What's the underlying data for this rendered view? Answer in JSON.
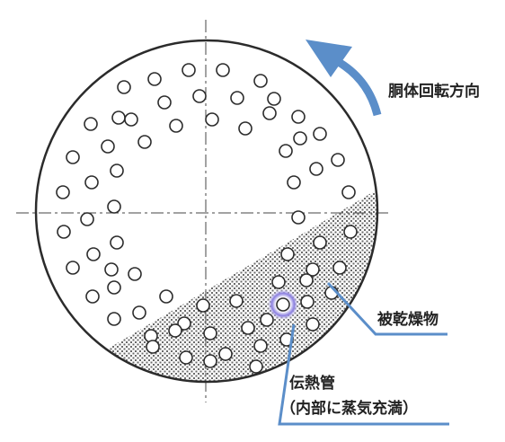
{
  "labels": {
    "rotation": "胴体回転方向",
    "material": "被乾燥物",
    "tube_line1": "伝熱管",
    "tube_line2": "（内部に蒸気充満）"
  },
  "colors": {
    "arrow_blue": "#5b8ec9",
    "outline": "#2b2b2b",
    "centerline": "#444444",
    "steam_glow": "#7d6fd6"
  },
  "icons": {
    "rotation_arrow": "curved-arrow-icon",
    "heat_tube": "circle-outline-icon"
  }
}
